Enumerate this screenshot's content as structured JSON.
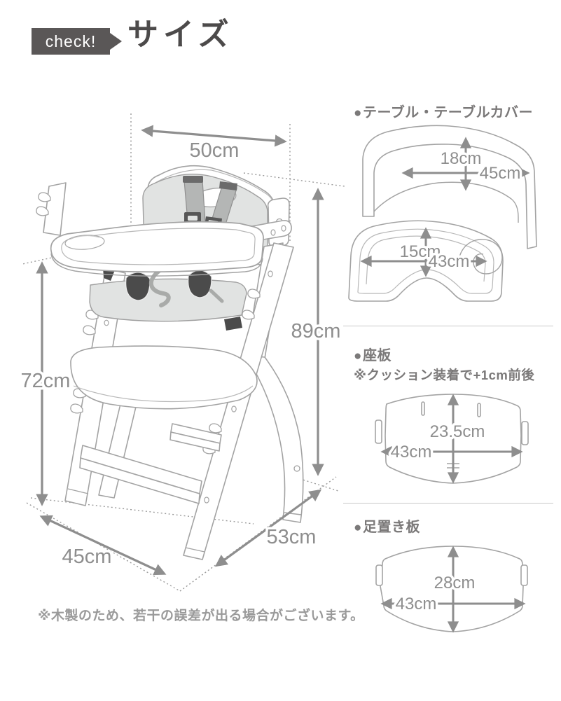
{
  "header": {
    "badge_label": "check!",
    "title": "サイズ"
  },
  "chair_figure": {
    "dim_top_width": "50cm",
    "dim_total_height": "89cm",
    "dim_tray_height": "72cm",
    "dim_base_width": "45cm",
    "dim_base_depth": "53cm"
  },
  "sections": [
    {
      "bullet": "●",
      "heading": "テーブル・テーブルカバー",
      "dims": {
        "cover_inner_depth": "18cm",
        "cover_width": "45cm",
        "tray_depth": "15cm",
        "tray_width": "43cm"
      }
    },
    {
      "bullet": "●",
      "heading": "座板",
      "note": "※クッション装着で+1cm前後",
      "dims": {
        "depth": "23.5cm",
        "width": "43cm"
      }
    },
    {
      "bullet": "●",
      "heading": "足置き板",
      "dims": {
        "depth": "28cm",
        "width": "43cm"
      }
    }
  ],
  "footnote": "※木製のため、若干の誤差が出る場合がございます。",
  "colors": {
    "badge_bg": "#5a5757",
    "title_text": "#4c4a4a",
    "heading_text": "#7b7979",
    "dimension_text": "#8e8e8e",
    "line_art": "#a3a3a3",
    "cushion_fill": "#e1e3e2",
    "dark_accent": "#4b4b4b",
    "divider": "#c9c9c9"
  }
}
